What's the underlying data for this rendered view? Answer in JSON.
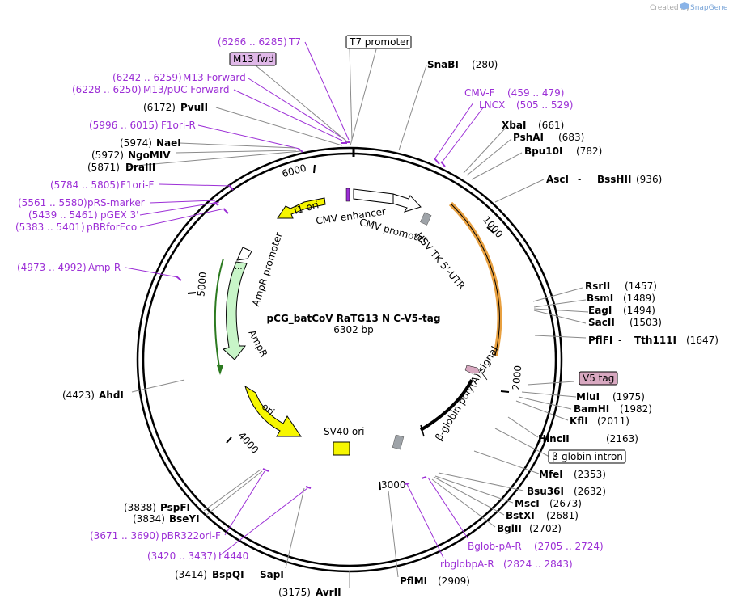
{
  "credit": {
    "text": "Created by",
    "brand": "SnapGene"
  },
  "plasmid": {
    "name": "pCG_batCoV RaTG13 N C-V5-tag",
    "size": "6302 bp"
  },
  "ticks": [
    "1000",
    "2000",
    "3000",
    "4000",
    "5000",
    "6000"
  ],
  "features": {
    "f1_ori": "f1 ori",
    "cmv_enhancer": "CMV enhancer",
    "cmv_promoter": "CMV promoter",
    "hsv_tk": "HSV TK 5'-UTR",
    "ampr_promoter": "AmpR promoter",
    "ampr": "AmpR",
    "ori": "ori",
    "sv40_ori": "SV40 ori",
    "bglobin_polya": "β-globin poly(A) signal"
  },
  "boxed_labels": {
    "t7_promoter": "T7 promoter",
    "m13_fwd": "M13 fwd",
    "v5_tag": "V5 tag",
    "bglobin_intron": "β-globin intron"
  },
  "enzymes": {
    "snabi": {
      "name": "SnaBI",
      "pos": "(280)"
    },
    "xbai": {
      "name": "XbaI",
      "pos": "(661)"
    },
    "pshai": {
      "name": "PshAI",
      "pos": "(683)"
    },
    "bpu10i": {
      "name": "Bpu10I",
      "pos": "(782)"
    },
    "asci": {
      "name": "AscI",
      "sep": " - ",
      "name2": "BssHII",
      "pos": "(936)"
    },
    "rsrii": {
      "name": "RsrII",
      "pos": "(1457)"
    },
    "bsmi": {
      "name": "BsmI",
      "pos": "(1489)"
    },
    "eagi": {
      "name": "EagI",
      "pos": "(1494)"
    },
    "sacii": {
      "name": "SacII",
      "pos": "(1503)"
    },
    "pflfi": {
      "name": "PflFI",
      "sep": " - ",
      "name2": "Tth111I",
      "pos": "(1647)"
    },
    "mlui": {
      "name": "MluI",
      "pos": "(1975)"
    },
    "bamhi": {
      "name": "BamHI",
      "pos": "(1982)"
    },
    "kfli": {
      "name": "KflI",
      "pos": "(2011)"
    },
    "hincii": {
      "name": "HincII",
      "pos": "(2163)"
    },
    "mfei": {
      "name": "MfeI",
      "pos": "(2353)"
    },
    "bsu36i": {
      "name": "Bsu36I",
      "pos": "(2632)"
    },
    "msci": {
      "name": "MscI",
      "pos": "(2673)"
    },
    "bstxi": {
      "name": "BstXI",
      "pos": "(2681)"
    },
    "bglii": {
      "name": "BglII",
      "pos": "(2702)"
    },
    "pflmi": {
      "name": "PflMI",
      "pos": "(2909)"
    },
    "avrii": {
      "name": "AvrII",
      "pos": "(3175)"
    },
    "bspqi": {
      "name": "BspQI",
      "sep": " - ",
      "name2": "SapI",
      "pos": "(3414)"
    },
    "bseyi": {
      "name": "BseYI",
      "pos": "(3834)"
    },
    "pspfi": {
      "name": "PspFI",
      "pos": "(3838)"
    },
    "ahdi": {
      "name": "AhdI",
      "pos": "(4423)"
    },
    "drai": {
      "name": "DraIII",
      "pos": "(5871)"
    },
    "ngomiv": {
      "name": "NgoMIV",
      "pos": "(5972)"
    },
    "naei": {
      "name": "NaeI",
      "pos": "(5974)"
    },
    "pvuii": {
      "name": "PvuII",
      "pos": "(6172)"
    }
  },
  "primers": {
    "t7": {
      "range": "(6266 .. 6285)",
      "name": "T7"
    },
    "m13fwd": {
      "range": "(6242 .. 6259)",
      "name": "M13 Forward"
    },
    "m13puc": {
      "range": "(6228 .. 6250)",
      "name": "M13/pUC Forward"
    },
    "f1ori_r": {
      "range": "(5996 .. 6015)",
      "name": "F1ori-R"
    },
    "f1ori_f": {
      "range": "(5784 .. 5805)",
      "name": "F1ori-F"
    },
    "prs": {
      "range": "(5561 .. 5580)",
      "name": "pRS-marker"
    },
    "pgex": {
      "range": "(5439 .. 5461)",
      "name": "pGEX 3'"
    },
    "pbrfor": {
      "range": "(5383 .. 5401)",
      "name": "pBRforEco"
    },
    "ampr_p": {
      "range": "(4973 .. 4992)",
      "name": "Amp-R"
    },
    "cmvf": {
      "name": "CMV-F",
      "range": "(459 .. 479)"
    },
    "lncx": {
      "name": "LNCX",
      "range": "(505 .. 529)"
    },
    "bglob": {
      "name": "Bglob-pA-R",
      "range": "(2705 .. 2724)"
    },
    "rbglob": {
      "name": "rbglobpA-R",
      "range": "(2824 .. 2843)"
    },
    "pbr322": {
      "range": "(3671 .. 3690)",
      "name": "pBR322ori-F"
    },
    "l4440": {
      "range": "(3420 .. 3437)",
      "name": "L4440"
    }
  },
  "colors": {
    "primer": "#9c2fd6",
    "yellow": "#f6f600",
    "green": "#c8f5c8",
    "orange": "#f0c080"
  }
}
